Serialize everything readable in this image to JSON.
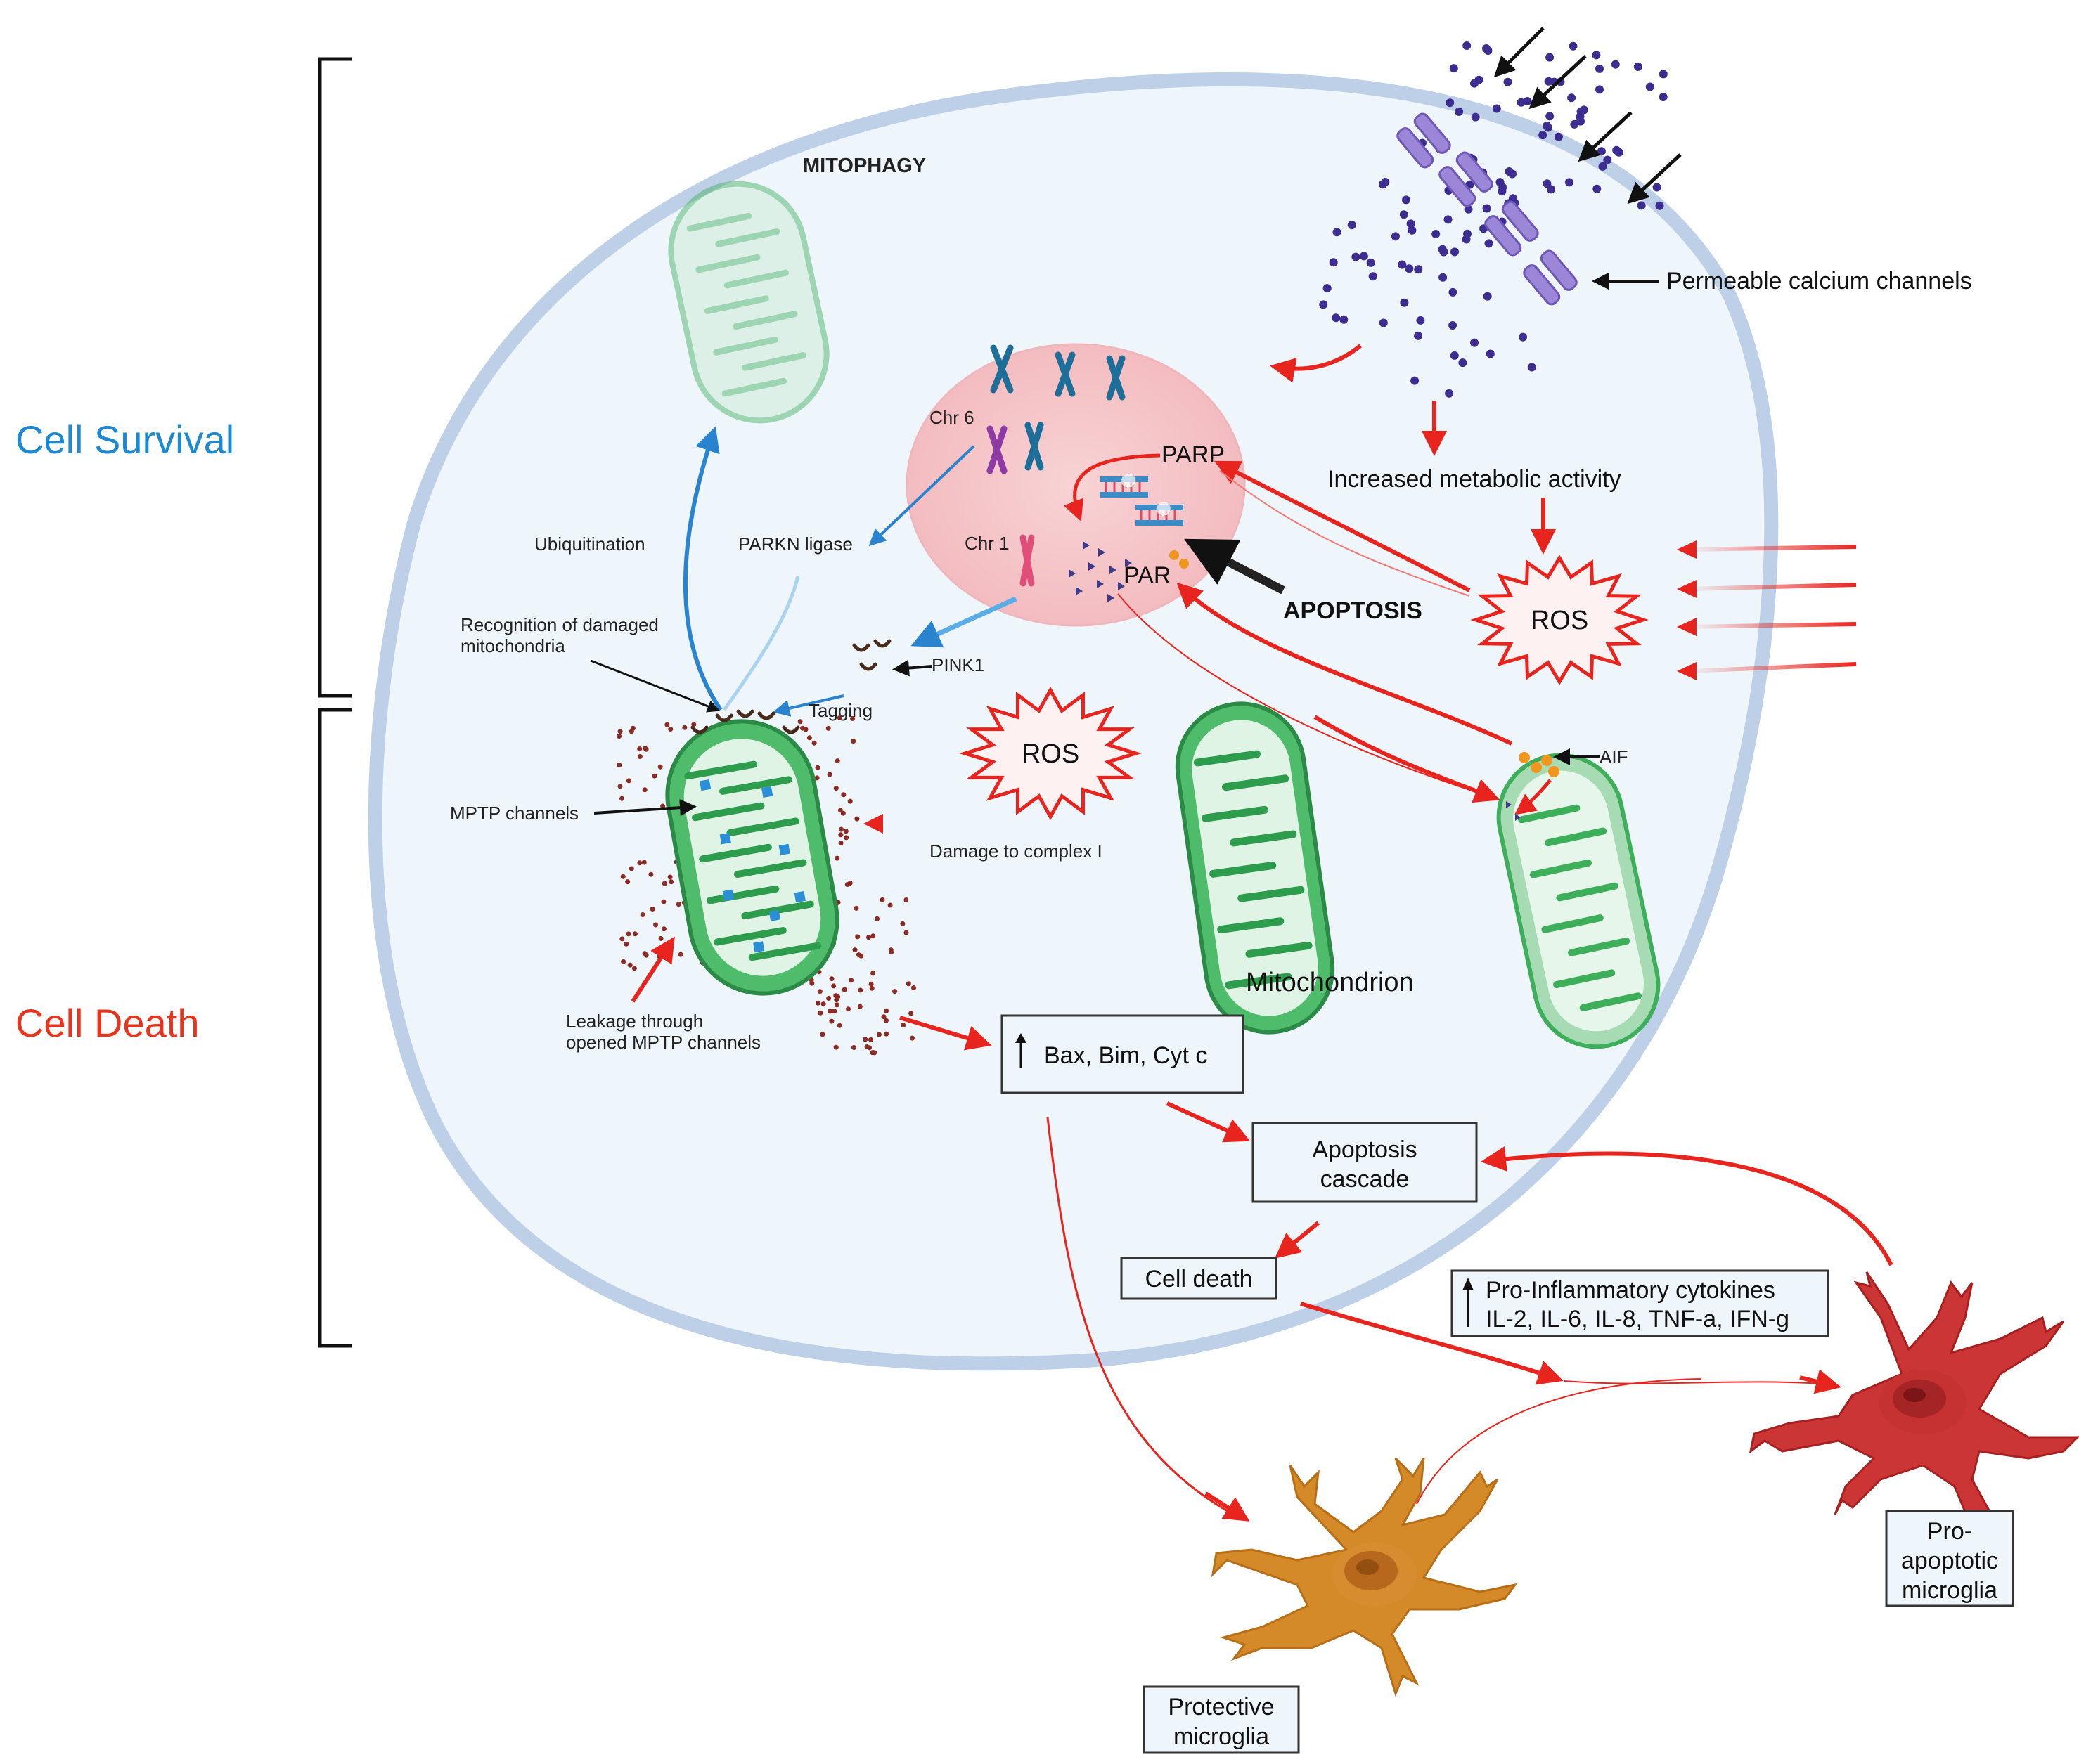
{
  "side_labels": {
    "survival": "Cell Survival",
    "death": "Cell Death"
  },
  "colors": {
    "survival_text": "#1e88d0",
    "death_text": "#e8341c",
    "cell_fill": "#eef5fb",
    "cell_border": "#bdd0e8",
    "nucleus_fill": "#f6c9cc",
    "mito_green": "#3dae5a",
    "mito_light": "#a6dbb4",
    "red_arrow": "#e8241f",
    "blue_arrow": "#2a83cf",
    "calcium_dot": "#3d2d91",
    "channel": "#9c86d8",
    "protective_microglia": "#d48a28",
    "pro_apoptotic_microglia": "#cc3536"
  },
  "labels": {
    "mitophagy": "MITOPHAGY",
    "permeable_calcium_channels": "Permeable calcium channels",
    "increased_metabolic_activity": "Increased metabolic activity",
    "chr6": "Chr 6",
    "chr1": "Chr 1",
    "parp": "PARP",
    "par": "PAR",
    "parkn_ligase": "PARKN ligase",
    "ubiquitination": "Ubiquitination",
    "recognition_line1": "Recognition of damaged",
    "recognition_line2": "mitochondria",
    "pink1": "PINK1",
    "tagging": "Tagging",
    "apoptosis": "APOPTOSIS",
    "ros_right": "ROS",
    "ros_center": "ROS",
    "aif": "AIF",
    "mptp_channels": "MPTP channels",
    "damage_complex": "Damage to complex I",
    "mitochondrion": "Mitochondrion",
    "leakage_line1": "Leakage through",
    "leakage_line2": "opened MPTP channels",
    "bax_box": "Bax, Bim, Cyt c",
    "apoptosis_cascade_line1": "Apoptosis",
    "apoptosis_cascade_line2": "cascade",
    "cell_death_box": "Cell death",
    "cytokines_line1": "Pro-Inflammatory cytokines",
    "cytokines_line2": "IL-2, IL-6, IL-8, TNF-a, IFN-g",
    "pro_apoptotic_line1": "Pro-",
    "pro_apoptotic_line2": "apoptotic",
    "pro_apoptotic_line3": "microglia",
    "protective_line1": "Protective",
    "protective_line2": "microglia"
  },
  "icons": [
    "bracket-survival",
    "bracket-death",
    "calcium-channel-icon",
    "chromosome-icon",
    "mitochondrion-icon",
    "ros-burst-icon",
    "microglia-icon",
    "dna-icon",
    "up-arrow-icon"
  ]
}
